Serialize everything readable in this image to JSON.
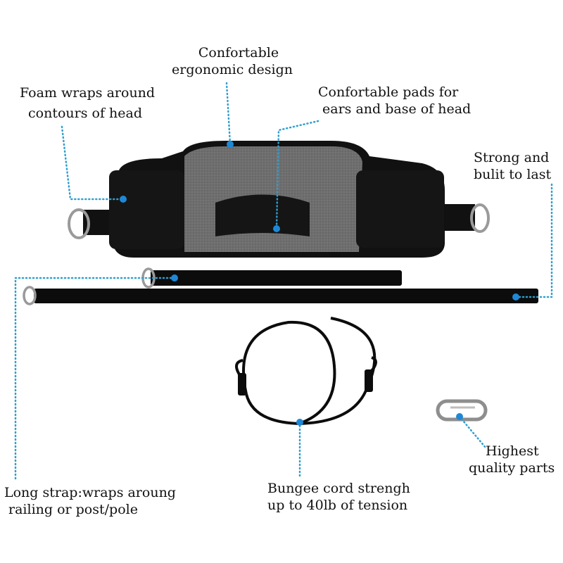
{
  "colors": {
    "leader": "#2f9fd0",
    "dot": "#1e88d6",
    "pad": "#151515",
    "fabric": "#6d6d6d",
    "strap": "#0c0c0c",
    "metal": "#9a9a9a"
  },
  "labels": {
    "ergonomic": {
      "line1": "Confortable",
      "line2": "ergonomic design"
    },
    "foam": {
      "line1": "Foam wraps around",
      "line2": "contours of head"
    },
    "pads": {
      "line1": "Confortable pads for",
      "line2": "ears and base of head"
    },
    "strong": {
      "line1": "Strong and",
      "line2": "bulit to last"
    },
    "long_strap": {
      "line1": "Long strap:wraps aroung",
      "line2": "railing or post/pole"
    },
    "bungee": {
      "line1": "Bungee cord strengh",
      "line2": "up to 40lb of tension"
    },
    "quality": {
      "line1": "Highest",
      "line2": "quality parts"
    }
  }
}
